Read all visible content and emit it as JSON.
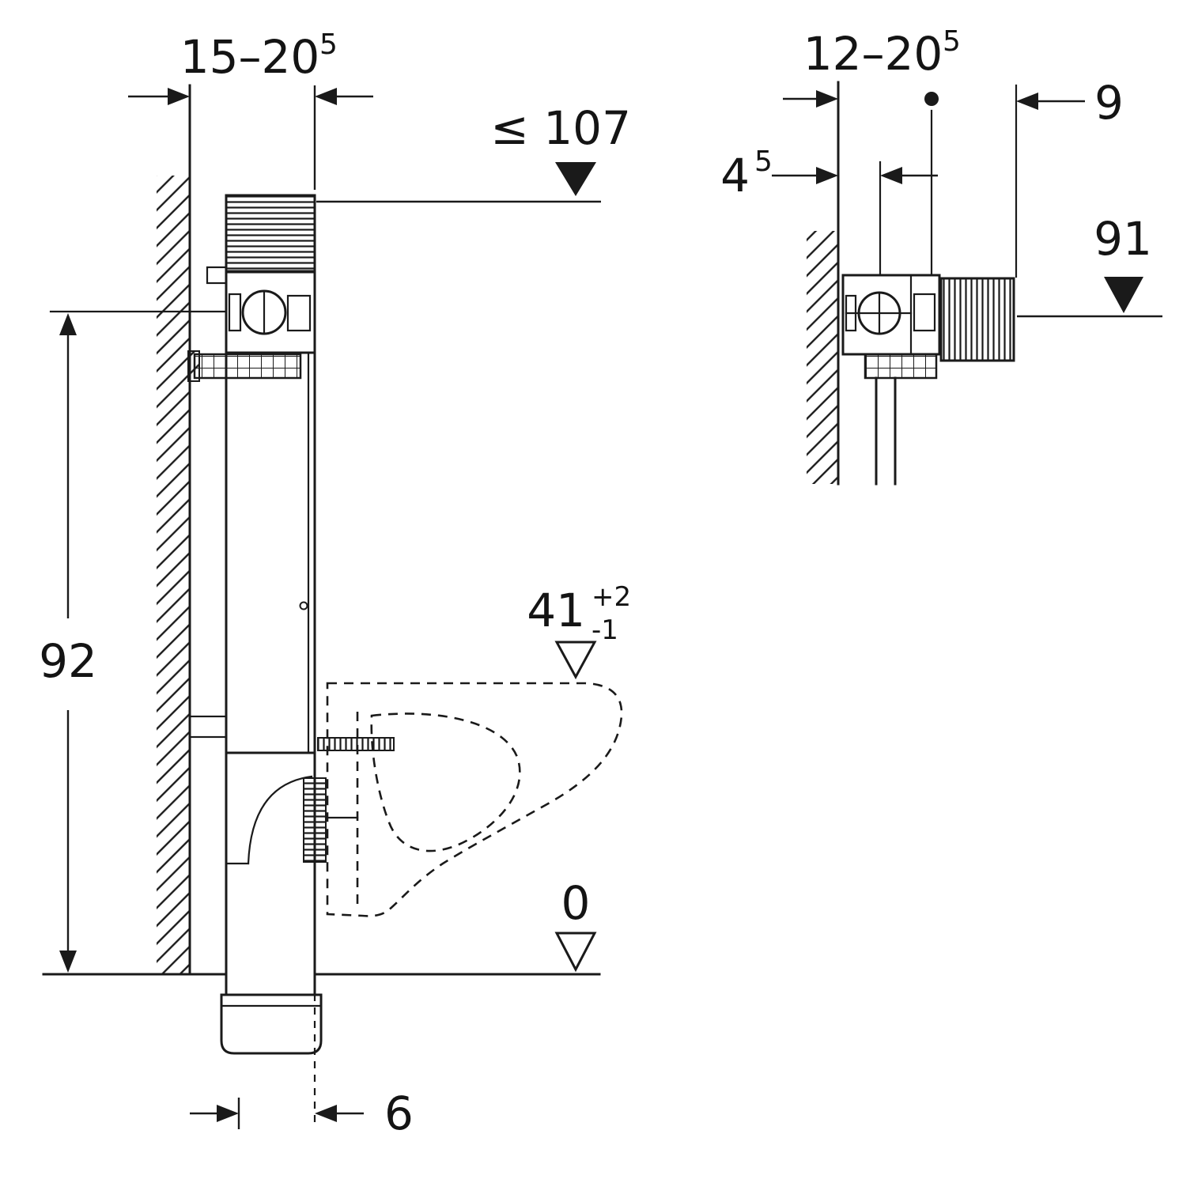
{
  "drawing": {
    "figure_type": "installation-dimension-drawing",
    "line_color": "#1a1a1a",
    "background": "#ffffff",
    "side_view": {
      "dim_depth_main": "15–20",
      "dim_depth_sup": "5",
      "dim_max_height": "≤ 107",
      "dim_frame_height": "92",
      "dim_pan_height": "41",
      "dim_pan_tol_plus": "+2",
      "dim_pan_tol_minus": "-1",
      "dim_floor_level": "0",
      "dim_drain_offset": "6"
    },
    "plan_view": {
      "dim_depth_main": "12–20",
      "dim_depth_sup": "5",
      "dim_front_offset": "9",
      "dim_wall_main": "4",
      "dim_wall_sup": "5",
      "dim_level": "91"
    }
  }
}
